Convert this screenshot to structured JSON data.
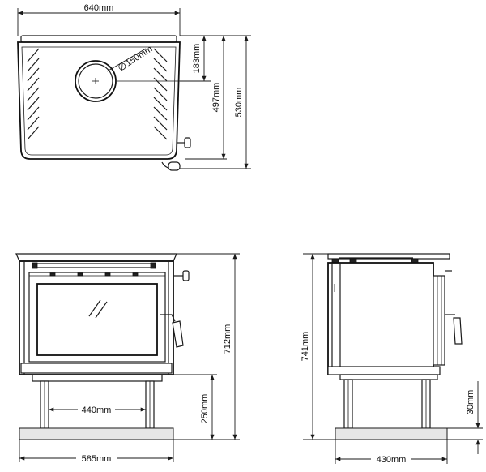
{
  "top_view": {
    "width_label": "640mm",
    "flue_diameter_label": "150mm",
    "flue_offset_label": "183mm",
    "depth_label": "497mm",
    "overall_depth_label": "530mm"
  },
  "front_view": {
    "leg_spacing_label": "440mm",
    "height_label": "712mm",
    "leg_height_label": "250mm",
    "base_width_label": "585mm"
  },
  "side_view": {
    "height_label": "741mm",
    "base_depth_label": "430mm",
    "plinth_height_label": "30mm"
  }
}
